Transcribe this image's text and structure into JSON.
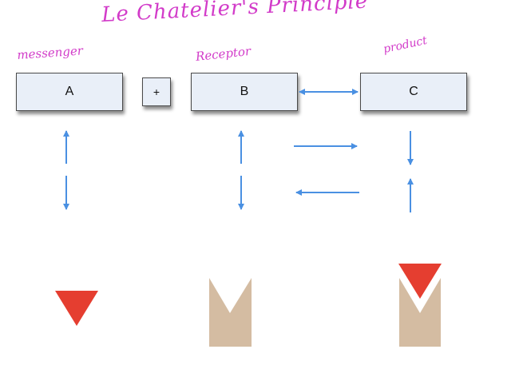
{
  "title": "Le Chatelier's Principle",
  "annotations": {
    "a_label": "messenger",
    "b_label": "Receptor",
    "c_label": "product"
  },
  "boxes": {
    "a": "A",
    "plus": "+",
    "b": "B",
    "c": "C"
  },
  "colors": {
    "arrow": "#4a90e2",
    "red_marker": "#e53e30",
    "tan_shape": "#d4bca2",
    "handwriting": "#d23bc9",
    "box_fill": "#e9eff8"
  }
}
